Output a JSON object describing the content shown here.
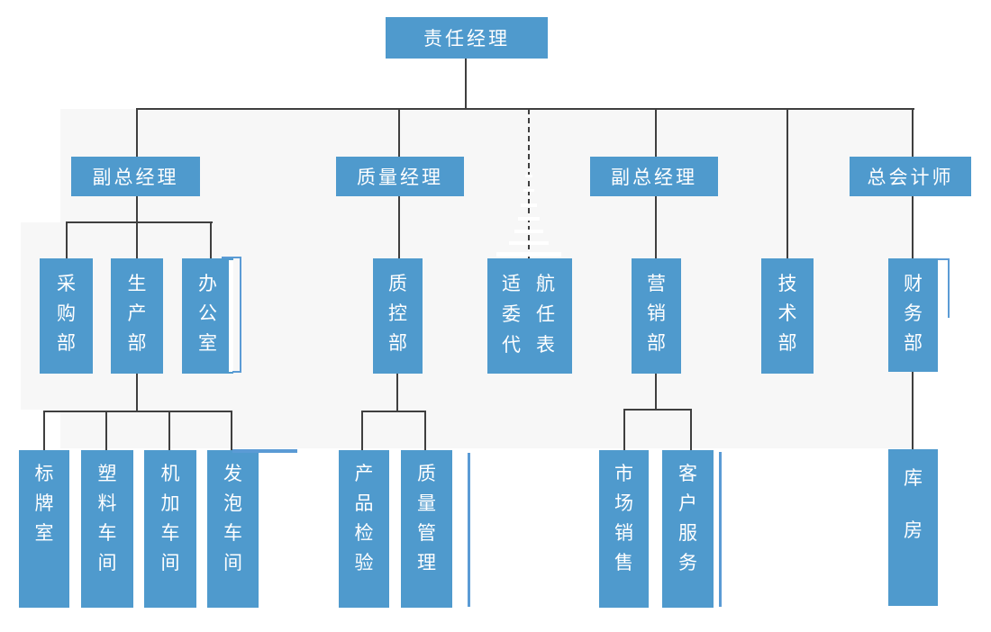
{
  "palette": {
    "box_fill": "#4f9acd",
    "connector": "#3f3f3f",
    "canvas_background": "#f7f7f7",
    "page_background": "#ffffff",
    "box_text": "#ffffff",
    "artifact_line": "#5b9bd5"
  },
  "org": {
    "root": {
      "label": "责任经理",
      "children": [
        {
          "label": "副总经理",
          "children": [
            {
              "label": "采购部"
            },
            {
              "label": "生产部",
              "children": [
                {
                  "label": "标牌室"
                },
                {
                  "label": "塑料车间"
                },
                {
                  "label": "机加车间"
                },
                {
                  "label": "发泡车间"
                }
              ]
            },
            {
              "label": "办公室"
            }
          ]
        },
        {
          "label": "质量经理",
          "children": [
            {
              "label": "质控部",
              "children": [
                {
                  "label": "产品检验"
                },
                {
                  "label": "质量管理"
                }
              ]
            }
          ]
        },
        {
          "label": "适航委任代表",
          "connection": "dashed"
        },
        {
          "label": "副总经理",
          "children": [
            {
              "label": "营销部",
              "children": [
                {
                  "label": "市场销售"
                },
                {
                  "label": "客户服务"
                }
              ]
            }
          ]
        },
        {
          "label": "技术部"
        },
        {
          "label": "总会计师",
          "children": [
            {
              "label": "财务部",
              "children": [
                {
                  "label": "库房"
                }
              ]
            }
          ]
        }
      ]
    }
  }
}
